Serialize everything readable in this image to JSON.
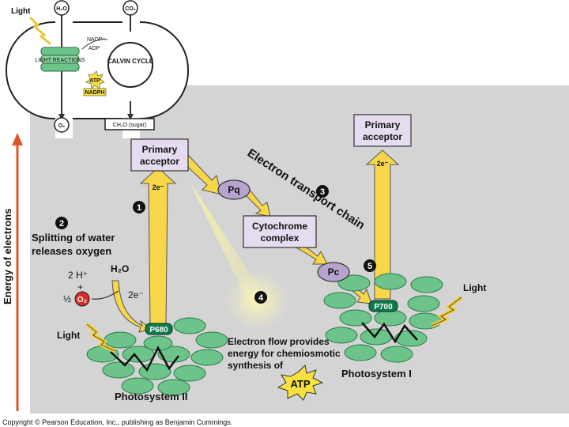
{
  "inset": {
    "light": "Light",
    "h2o": "H₂O",
    "co2": "CO₂",
    "nadp": "NADP⁺",
    "adp": "ADP",
    "light_reactions": "LIGHT REACTIONS",
    "calvin": "CALVIN CYCLE",
    "atp": "ATP",
    "nadph": "NADPH",
    "o2": "O₂",
    "sugar": "CH₂O (sugar)"
  },
  "axis": {
    "label": "Energy of electrons"
  },
  "boxes": {
    "primary_acceptor_ps2": "Primary acceptor",
    "primary_acceptor_ps1": "Primary acceptor",
    "cytochrome": "Cytochrome complex"
  },
  "carriers": {
    "pq": "Pq",
    "pc": "Pc",
    "p680": "P680",
    "p700": "P700"
  },
  "electrons": {
    "e_ps2": "2e⁻",
    "e_ps1": "2e⁻",
    "e_water": "2e⁻"
  },
  "steps": {
    "s1": "1",
    "s2": "2",
    "s3": "3",
    "s4": "4",
    "s5": "5",
    "s2_text_1": "Splitting of water",
    "s2_text_2": "releases oxygen",
    "etc_label": "Electron transport chain",
    "s4_text_1": "Electron flow provides",
    "s4_text_2": "energy for chemiosmotic",
    "s4_text_3": "synthesis of"
  },
  "water": {
    "h2o": "H₂O",
    "h_plus": "2 H⁺",
    "plus": "+",
    "half": "½",
    "o2": "O₂"
  },
  "light": {
    "ps2": "Light",
    "ps1": "Light"
  },
  "atp": "ATP",
  "photosystems": {
    "ps2": "Photosystem II",
    "ps1": "Photosystem I"
  },
  "footer": "Copyright © Pearson Education, Inc., publishing as Benjamin Cummings.",
  "colors": {
    "panel": "#d4d4d4",
    "box": "#e6dcef",
    "carrier": "#b6a4cf",
    "chlorophyll": "#6cc48a",
    "reaction_center": "#0f7a4a",
    "arrow_yellow": "#f7d64a",
    "axis_arrow": "#e0552a",
    "oxygen": "#d92b2b"
  }
}
